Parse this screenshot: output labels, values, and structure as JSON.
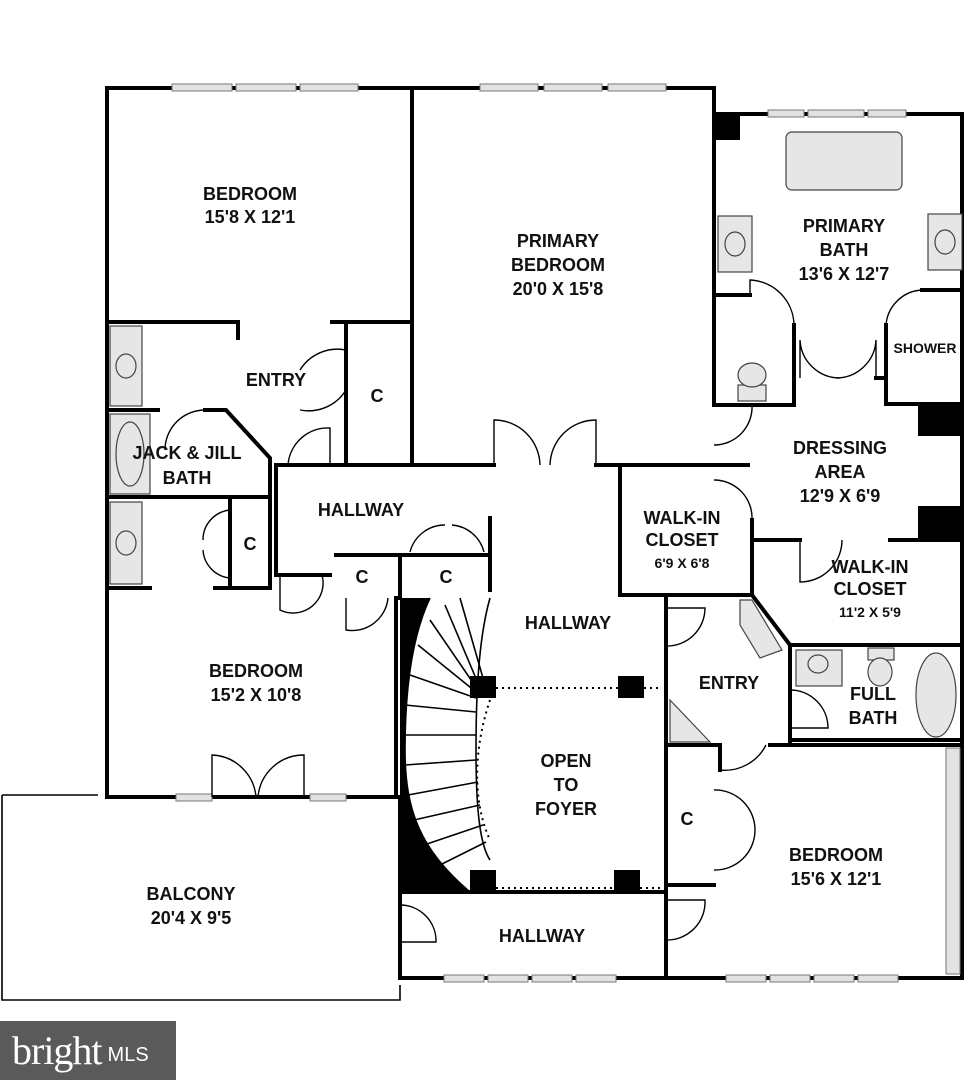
{
  "plan": {
    "rooms": {
      "bedroom_nw": {
        "name": "BEDROOM",
        "dims": "15'8 X 12'1"
      },
      "primary_bedroom": {
        "line1": "PRIMARY",
        "line2": "BEDROOM",
        "dims": "20'0 X 15'8"
      },
      "primary_bath": {
        "line1": "PRIMARY",
        "line2": "BATH",
        "dims": "13'6 X 12'7"
      },
      "shower": {
        "name": "SHOWER"
      },
      "entry_w": {
        "name": "ENTRY"
      },
      "closet_w1": {
        "name": "C"
      },
      "jack_jill": {
        "line1": "JACK & JILL",
        "line2": "BATH"
      },
      "hallway_w": {
        "name": "HALLWAY"
      },
      "closet_w2": {
        "name": "C"
      },
      "dressing": {
        "line1": "DRESSING",
        "line2": "AREA",
        "dims": "12'9 X 6'9"
      },
      "walkin_1": {
        "line1": "WALK-IN",
        "line2": "CLOSET",
        "dims": "6'9 X 6'8"
      },
      "walkin_2": {
        "line1": "WALK-IN",
        "line2": "CLOSET",
        "dims": "11'2 X 5'9"
      },
      "closet_c3": {
        "name": "C"
      },
      "closet_c4": {
        "name": "C"
      },
      "hallway_c": {
        "name": "HALLWAY"
      },
      "bedroom_w": {
        "name": "BEDROOM",
        "dims": "15'2 X 10'8"
      },
      "entry_e": {
        "name": "ENTRY"
      },
      "full_bath": {
        "line1": "FULL",
        "line2": "BATH"
      },
      "open_foyer": {
        "line1": "OPEN",
        "line2": "TO",
        "line3": "FOYER"
      },
      "closet_e": {
        "name": "C"
      },
      "bedroom_se": {
        "name": "BEDROOM",
        "dims": "15'6 X 12'1"
      },
      "balcony": {
        "name": "BALCONY",
        "dims": "20'4 X 9'5"
      },
      "hallway_s": {
        "name": "HALLWAY"
      }
    },
    "logo": {
      "brand": "bright",
      "suffix": "MLS"
    }
  }
}
